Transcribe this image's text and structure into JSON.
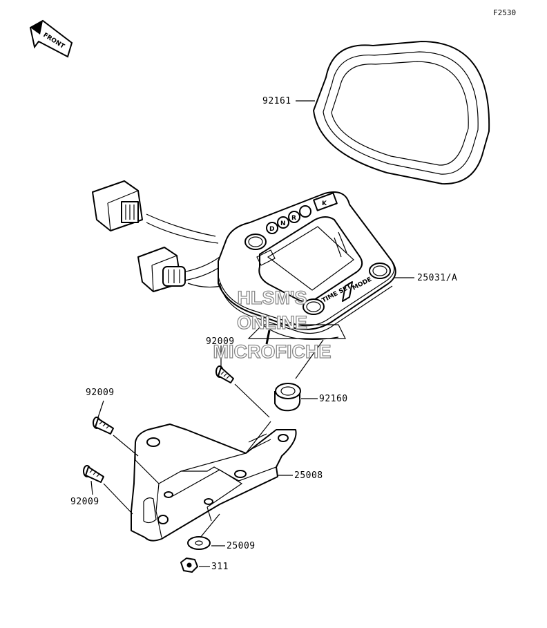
{
  "figure_code": "F2530",
  "front_label": "FRONT",
  "watermark": [
    "HLSM'S",
    "ONLINE",
    "MICROFICHE"
  ],
  "meter_markings": {
    "gear_n": "N",
    "gear_r": "R",
    "gear_d": "D",
    "brand": "K",
    "time_set": "TIME SET",
    "mode": "MODE"
  },
  "callouts": {
    "lens_gasket": "92161",
    "meter_assembly": "25031/A",
    "grommet": "92160",
    "bracket": "25008",
    "washer": "25009",
    "nut": "311",
    "bolt_center": "92009",
    "bolt_upper_left": "92009",
    "bolt_lower_left": "92009"
  }
}
